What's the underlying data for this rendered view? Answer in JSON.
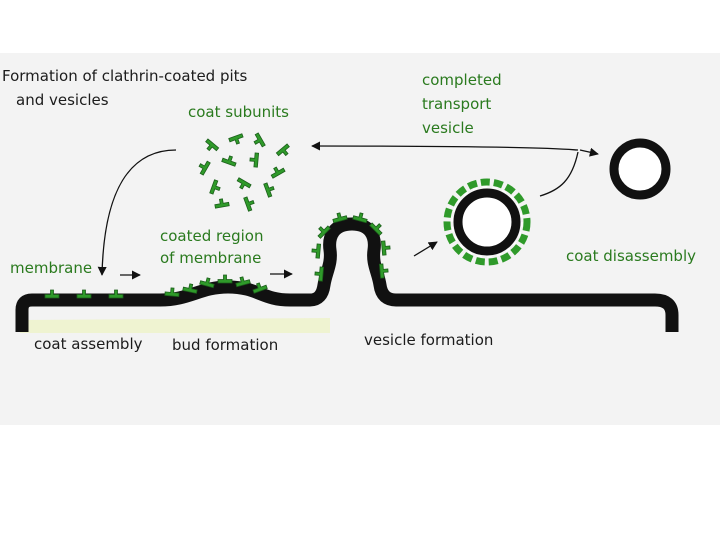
{
  "title": "Formation of clathrin-coated pits and vesicles",
  "labels": {
    "title_line1": "Formation of clathrin-coated pits",
    "title_line2": "and vesicles",
    "coat_subunits": "coat subunits",
    "completed_line1": "completed",
    "completed_line2": "transport",
    "completed_line3": "vesicle",
    "coated_region_line1": "coated region",
    "coated_region_line2": "of membrane",
    "membrane": "membrane",
    "coat_disassembly": "coat disassembly",
    "coat_assembly": "coat assembly",
    "bud_formation": "bud formation",
    "vesicle_formation": "vesicle formation"
  },
  "colors": {
    "membrane": "#111111",
    "coat": "#2f9a2a",
    "label_green": "#2a7a1e",
    "label_dark": "#1c1c1c",
    "background": "#f3f3f3",
    "cytosol_tint": "#eef2c8"
  }
}
